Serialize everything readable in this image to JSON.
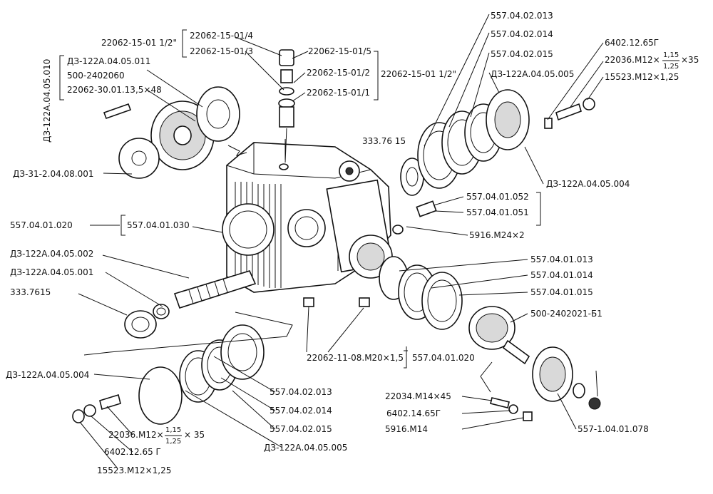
{
  "callouts": {
    "l_22062_15_01_half_left": "22062-15-01 1/2\"",
    "l_22062_15_01_4": "22062-15-01/4",
    "l_22062_15_01_3": "22062-15-01/3",
    "l_22062_15_01_5": "22062-15-01/5",
    "l_22062_15_01_2": "22062-15-01/2",
    "l_22062_15_01_1": "22062-15-01/1",
    "l_22062_15_01_half_right": "22062-15-01 1/2\"",
    "l_d3_122a_04_05_010": "ДЗ-122А.04.05.010",
    "l_d3_122a_04_05_011": "ДЗ-122А.04.05.011",
    "l_500_2402060": "500-2402060",
    "l_22062_30_01_13_5x48": "22062-30.01.13,5×48",
    "l_d3_31_2_04_08_001": "ДЗ-31-2.04.08.001",
    "l_557_04_01_020_left": "557.04.01.020",
    "l_557_04_01_030": "557.04.01.030",
    "l_d3_122a_04_05_002": "ДЗ-122А.04.05.002",
    "l_d3_122a_04_05_001": "ДЗ-122А.04.05.001",
    "l_333_7615_left": "333.7615",
    "l_333_76_15_top": "333.76 15",
    "l_557_04_02_013_top": "557.04.02.013",
    "l_557_04_02_014_top": "557.04.02.014",
    "l_557_04_02_015_top": "557.04.02.015",
    "l_d3_122a_04_05_005_top": "ДЗ-122А.04.05.005",
    "l_6402_12_65g_top": "6402.12.65Г",
    "l_22036_m12_top": "22036.М12×",
    "l_22036_frac_num_top": "1,15",
    "l_22036_frac_den_top": "1,25",
    "l_22036_len_top": "×35",
    "l_15523_m12_top": "15523.М12×1,25",
    "l_d3_122a_04_05_004_right": "ДЗ-122А.04.05.004",
    "l_557_04_01_052": "557.04.01.052",
    "l_557_04_01_051": "557.04.01.051",
    "l_5916_m24x2": "5916.М24×2",
    "l_557_04_01_013": "557.04.01.013",
    "l_557_04_01_014": "557.04.01.014",
    "l_557_04_01_015": "557.04.01.015",
    "l_500_2402021_b1": "500-2402021-Б1",
    "l_22062_11_08_m20": "22062-11-08.М20×1,5",
    "l_557_04_01_020_bottom": "557.04.01.020",
    "l_d3_122a_04_05_004_left": "ДЗ-122А.04.05.004",
    "l_557_04_02_013_bottom": "557.04.02.013",
    "l_557_04_02_014_bottom": "557.04.02.014",
    "l_557_04_02_015_bottom": "557.04.02.015",
    "l_d3_122a_04_05_005_bottom": "ДЗ-122А.04.05.005",
    "l_22036_m12_bottom": "22036.М12×",
    "l_22036_frac_num_bottom": "1,15",
    "l_22036_frac_den_bottom": "1,25",
    "l_22036_len_bottom": "× 35",
    "l_6402_12_65g_bottom": "6402.12.65 Г",
    "l_15523_m12_bottom": "15523.М12×1,25",
    "l_22034_m14x45": "22034.М14×45",
    "l_6402_14_65g": "6402.14.65Г",
    "l_5916_m14": "5916.М14",
    "l_557_1_04_01_078": "557-1.04.01.078"
  }
}
